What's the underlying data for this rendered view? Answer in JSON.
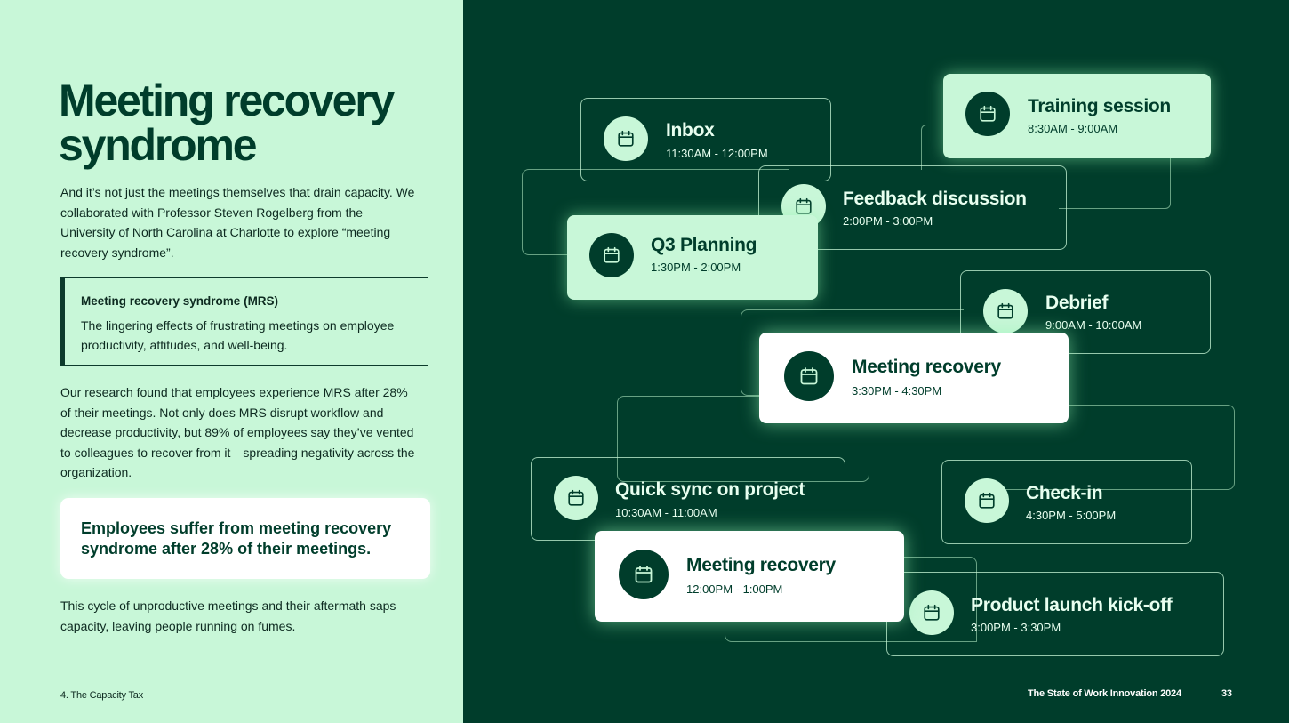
{
  "title": "Meeting recovery syndrome",
  "intro": "And it’s not just the meetings themselves that drain capacity. We collaborated with Professor Steven Rogelberg from the University of North Carolina at Charlotte to explore “meeting recovery syndrome”.",
  "definition": {
    "term": "Meeting recovery syndrome (MRS)",
    "text": "The lingering effects of frustrating meetings on employee productivity, attitudes, and well-being."
  },
  "research": "Our research found that employees experience MRS after 28% of their meetings. Not only does MRS disrupt workflow and decrease productivity, but 89% of employees say they’ve vented to colleagues to recover from it—spreading negativity across the organization.",
  "callout": "Employees suffer from meeting recovery syndrome after 28% of their meetings.",
  "closing": "This cycle of unproductive meetings and their aftermath saps capacity, leaving people running on fumes.",
  "footer": {
    "section": "4. The Capacity Tax",
    "report": "The State of Work Innovation 2024",
    "page": "33"
  },
  "colors": {
    "mint": "#c8f7d8",
    "dark_green": "#003d2b",
    "white": "#ffffff"
  },
  "calendar_cards": [
    {
      "title": "Training session",
      "time": "8:30AM - 9:00AM",
      "style": "mint",
      "icon": "calendar-icon"
    },
    {
      "title": "Inbox",
      "time": "11:30AM - 12:00PM",
      "style": "outline",
      "icon": "calendar-icon"
    },
    {
      "title": "Feedback discussion",
      "time": "2:00PM - 3:00PM",
      "style": "outline",
      "icon": "calendar-icon"
    },
    {
      "title": "Q3 Planning",
      "time": "1:30PM - 2:00PM",
      "style": "mint",
      "icon": "calendar-icon"
    },
    {
      "title": "Debrief",
      "time": "9:00AM - 10:00AM",
      "style": "outline",
      "icon": "calendar-icon"
    },
    {
      "title": "Meeting recovery",
      "time": "3:30PM - 4:30PM",
      "style": "white",
      "icon": "calendar-icon"
    },
    {
      "title": "Quick sync on project",
      "time": "10:30AM - 11:00AM",
      "style": "outline",
      "icon": "calendar-icon"
    },
    {
      "title": "Check-in",
      "time": "4:30PM - 5:00PM",
      "style": "outline",
      "icon": "calendar-icon"
    },
    {
      "title": "Meeting recovery",
      "time": "12:00PM - 1:00PM",
      "style": "white",
      "icon": "calendar-icon"
    },
    {
      "title": "Product launch kick-off",
      "time": "3:00PM - 3:30PM",
      "style": "outline",
      "icon": "calendar-icon"
    }
  ]
}
